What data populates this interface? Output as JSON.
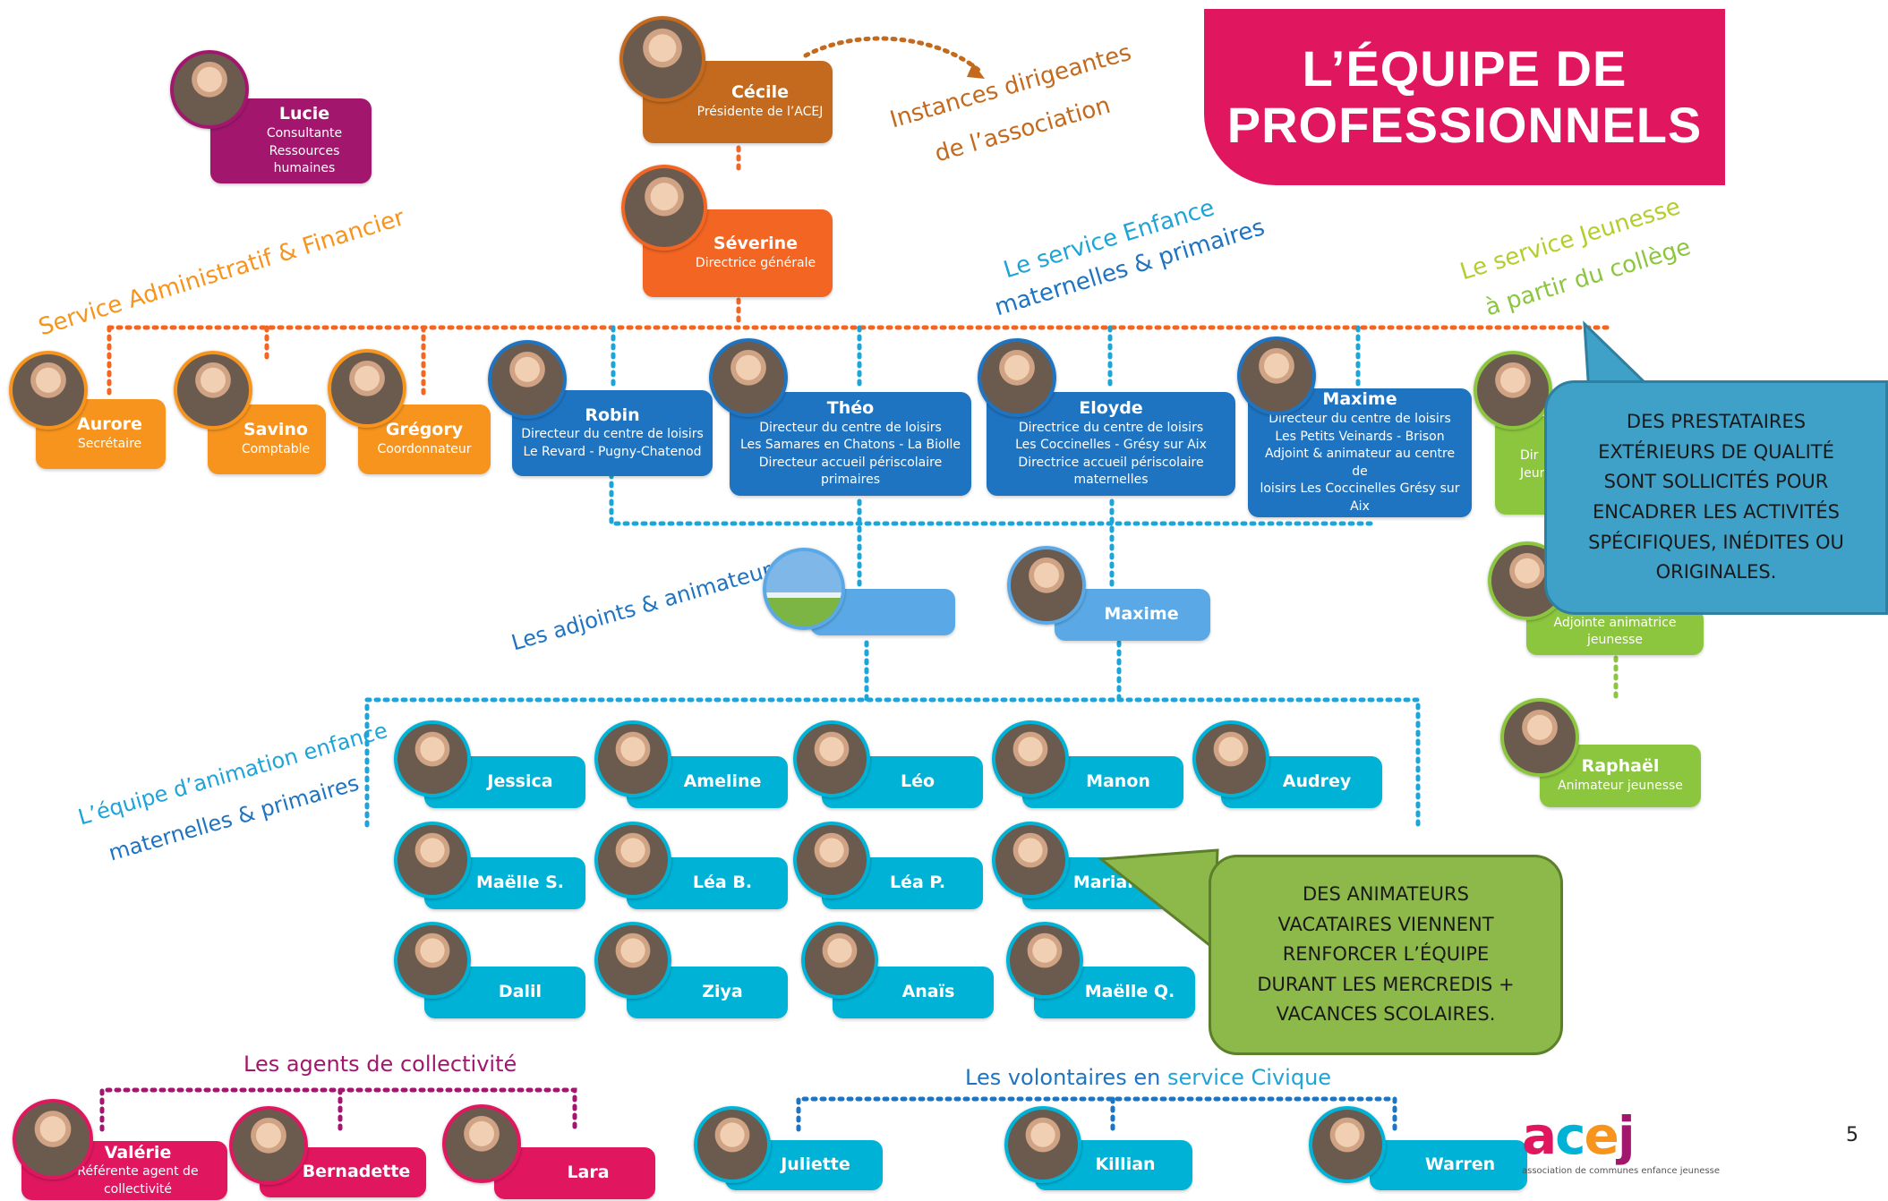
{
  "title": {
    "line1": "L’ÉQUIPE DE",
    "line2": "PROFESSIONNELS"
  },
  "page_number": "5",
  "colors": {
    "title_bg": "#e0175f",
    "brown": "#c46a1e",
    "orange_dark": "#f26522",
    "orange": "#f7941d",
    "blue_dark": "#1f74c2",
    "blue_light": "#5aa9e6",
    "cyan": "#00b2d6",
    "green": "#8cc63f",
    "magenta": "#a2176d",
    "pink": "#e0175f",
    "bubble_blue": "#3fa0c8",
    "bubble_green": "#8db84a"
  },
  "section_labels": {
    "instances": "Instances dirigeantes",
    "instances_2": "de l’association",
    "admin": "Service Administratif & Financier",
    "enfance": "Le service Enfance",
    "enfance_2": "maternelles & primaires",
    "jeunesse": "Le service Jeunesse",
    "jeunesse_2": "à partir du collège",
    "adjoints": "Les adjoints & animateurs",
    "equipe": "L’équipe d’animation enfance",
    "equipe_2": "maternelles & primaires",
    "agents": "Les agents de collectivité",
    "volontaires_a": "Les volontaires en ",
    "volontaires_b": "service Civique"
  },
  "people": {
    "lucie": {
      "name": "Lucie",
      "role": "Consultante",
      "role2": "Ressources humaines"
    },
    "cecile": {
      "name": "Cécile",
      "role": "Présidente de l’ACEJ"
    },
    "severine": {
      "name": "Séverine",
      "role": "Directrice générale"
    },
    "aurore": {
      "name": "Aurore",
      "role": "Secrétaire"
    },
    "savino": {
      "name": "Savino",
      "role": "Comptable"
    },
    "gregory": {
      "name": "Grégory",
      "role": "Coordonnateur"
    },
    "robin": {
      "name": "Robin",
      "role": "Directeur du centre de loisirs",
      "role2": "Le Revard - Pugny-Chatenod"
    },
    "theo": {
      "name": "Théo",
      "role": "Directeur du centre de loisirs",
      "role2": "Les Samares en Chatons - La Biolle",
      "role3": "Directeur accueil périscolaire primaires"
    },
    "eloyde": {
      "name": "Eloyde",
      "role": "Directrice du centre de loisirs",
      "role2": "Les Coccinelles - Grésy sur Aix",
      "role3": "Directrice accueil périscolaire maternelles"
    },
    "maxime": {
      "name": "Maxime",
      "role": "Directeur du centre de loisirs",
      "role2": "Les Petits Veinards - Brison",
      "role3": "Adjoint & animateur au centre de",
      "role4": "loisirs Les Coccinelles Grésy sur Aix"
    },
    "jeunesse_dir": {
      "name": "Dir",
      "role": "Jeun"
    },
    "maxime_adj": {
      "name": "Maxime"
    },
    "adjointe_jeunesse": {
      "role": "Adjointe animatrice jeunesse"
    },
    "raphael": {
      "name": "Raphaël",
      "role": "Animateur jeunesse"
    },
    "valerie": {
      "name": "Valérie",
      "role": "Référente agent de collectivité"
    },
    "bernadette": {
      "name": "Bernadette"
    },
    "lara": {
      "name": "Lara"
    }
  },
  "animateurs": [
    "Jessica",
    "Ameline",
    "Léo",
    "Manon",
    "Audrey",
    "Maëlle S.",
    "Léa B.",
    "Léa P.",
    "Marianne",
    "Dalil",
    "Ziya",
    "Anaïs",
    "Maëlle Q."
  ],
  "volontaires": [
    "Juliette",
    "Killian",
    "Warren"
  ],
  "bubbles": {
    "prestataires": [
      "DES PRESTATAIRES",
      "EXTÉRIEURS DE QUALITÉ",
      "SONT SOLLICITÉS POUR",
      "ENCADRER LES ACTIVITÉS",
      "SPÉCIFIQUES, INÉDITES OU",
      "ORIGINALES."
    ],
    "vacataires": [
      "DES ANIMATEURS",
      "VACATAIRES VIENNENT",
      "RENFORCER L’ÉQUIPE",
      "DURANT LES MERCREDIS +",
      "VACANCES SCOLAIRES."
    ]
  },
  "logo": {
    "text": "acej",
    "tagline": "association de communes enfance jeunesse"
  }
}
